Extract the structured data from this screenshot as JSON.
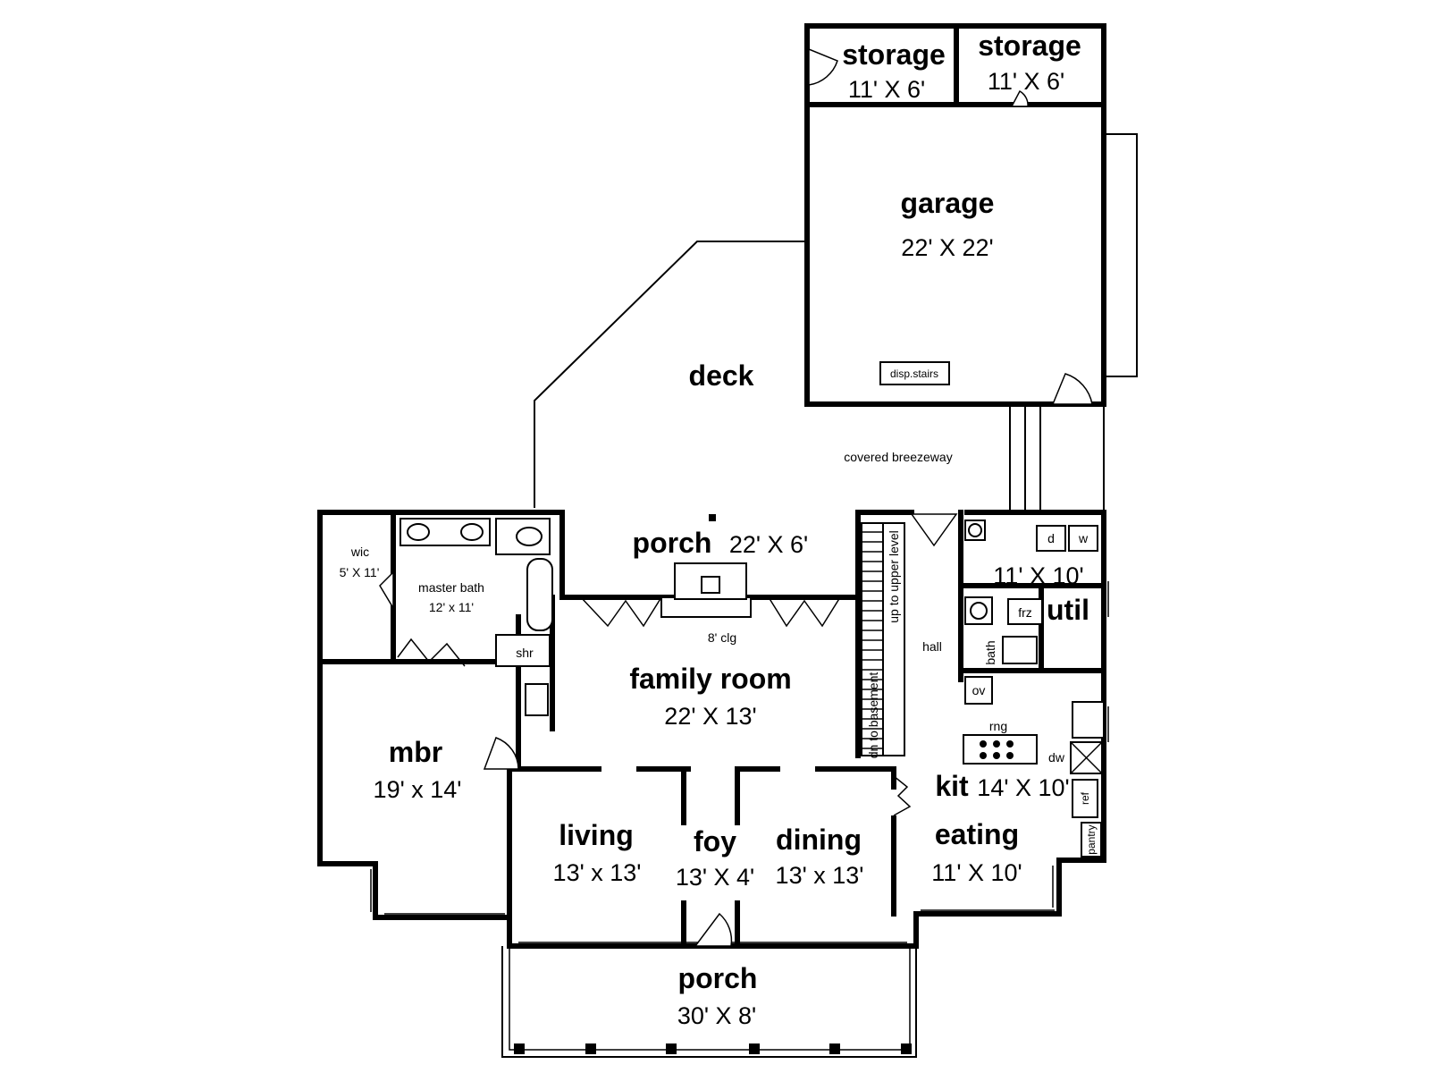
{
  "plan": {
    "storage_a": {
      "name": "storage",
      "dims": "11' X 6'"
    },
    "storage_b": {
      "name": "storage",
      "dims": "11' X 6'"
    },
    "garage": {
      "name": "garage",
      "dims": "22' X 22'"
    },
    "disp_stairs": "disp.stairs",
    "deck": "deck",
    "breezeway": "covered breezeway",
    "back_porch": {
      "name": "porch",
      "dims": "22' X 6'"
    },
    "family_room": {
      "name": "family room",
      "dims": "22' X 13'",
      "ceiling": "8' clg"
    },
    "wic": {
      "name": "wic",
      "dims": "5' X 11'"
    },
    "master_bath": {
      "name": "master bath",
      "dims": "12' x 11'"
    },
    "shower": "shr",
    "mbr": {
      "name": "mbr",
      "dims": "19' x 14'"
    },
    "living": {
      "name": "living",
      "dims": "13' x 13'"
    },
    "foyer": {
      "name": "foy",
      "dims": "13' X 4'"
    },
    "dining": {
      "name": "dining",
      "dims": "13' x 13'"
    },
    "kitchen": {
      "name": "kit",
      "dims": "14' X 10'"
    },
    "eating": {
      "name": "eating",
      "dims": "11' X 10'"
    },
    "utility": {
      "name": "util",
      "dims": "11' X 10'"
    },
    "hall": "hall",
    "bath": "bath",
    "stairs_up": "up to upper level",
    "stairs_down": "dn to basement",
    "appliances": {
      "dryer": "d",
      "washer": "w",
      "freezer": "frz",
      "oven": "ov",
      "range": "rng",
      "dishwasher": "dw",
      "refrigerator": "ref",
      "pantry": "pantry"
    },
    "front_porch": {
      "name": "porch",
      "dims": "30' X 8'"
    }
  }
}
